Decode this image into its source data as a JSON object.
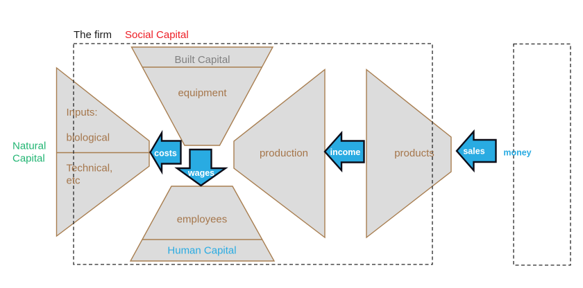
{
  "header": {
    "firm_title": "The firm",
    "social_capital": "Social Capital"
  },
  "left": {
    "natural_capital_line1": "Natural",
    "natural_capital_line2": "Capital",
    "inputs_heading": "Inputs:",
    "inputs_item1": "biological",
    "inputs_item2_line1": "Technical,",
    "inputs_item2_line2": "etc"
  },
  "funnel": {
    "band_label": "Built Capital",
    "body_label": "equipment"
  },
  "bottom_trapezoid": {
    "body_label": "employees",
    "band_label": "Human Capital"
  },
  "center": {
    "production_label": "production",
    "products_label": "products"
  },
  "arrows": {
    "costs": "costs",
    "wages": "wages",
    "income": "income",
    "sales": "sales"
  },
  "right": {
    "money_label": "money"
  },
  "colors": {
    "shape_fill": "#dcdcdc",
    "shape_border": "#a87e50",
    "brown_text": "#a5764b",
    "arrow_fill": "#29abe2",
    "arrow_outline": "#0d0d18",
    "social_capital_red": "#ed1c24",
    "natural_capital_green": "#22b573",
    "human_capital_cyan": "#29abe2",
    "built_capital_gray": "#808080",
    "dashed_line": "#262626"
  }
}
